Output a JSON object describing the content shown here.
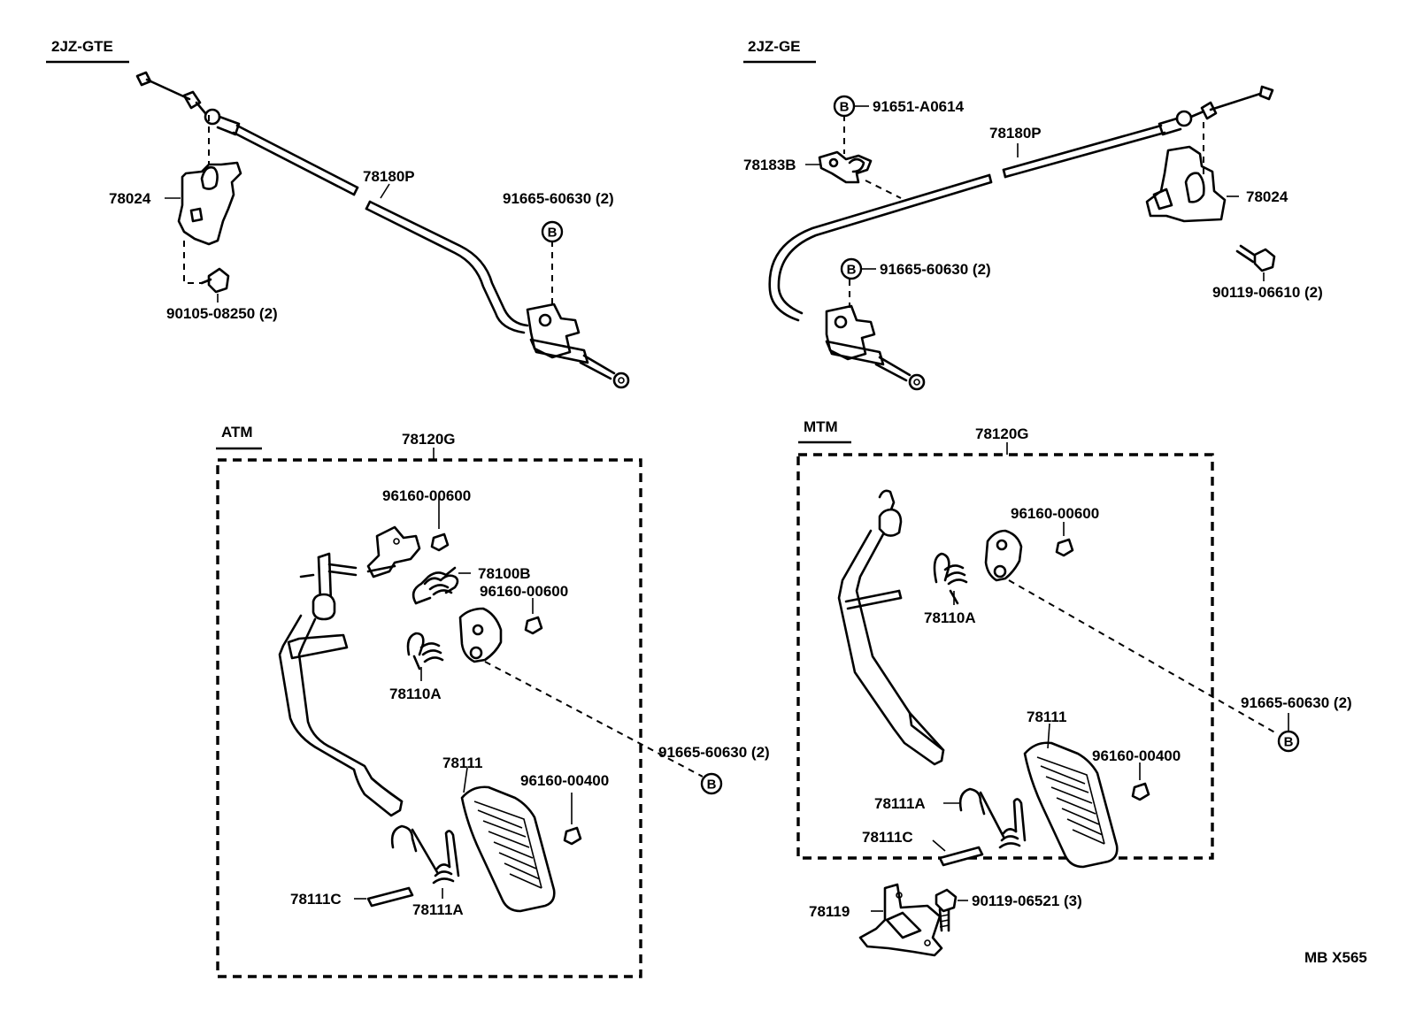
{
  "sections": {
    "top_left": "2JZ-GTE",
    "top_right": "2JZ-GE",
    "bottom_left": "ATM",
    "bottom_right": "MTM"
  },
  "labels": {
    "gte_78024": "78024",
    "gte_78180p": "78180P",
    "gte_91665": "91665-60630 (2)",
    "gte_90105": "90105-08250 (2)",
    "ge_91651": "91651-A0614",
    "ge_78180p": "78180P",
    "ge_78183b": "78183B",
    "ge_78024": "78024",
    "ge_91665": "91665-60630 (2)",
    "ge_90119": "90119-06610 (2)",
    "atm_78120g": "78120G",
    "atm_96160_a": "96160-00600",
    "atm_78100b": "78100B",
    "atm_96160_b": "96160-00600",
    "atm_78110a": "78110A",
    "atm_91665": "91665-60630 (2)",
    "atm_78111": "78111",
    "atm_96160_c": "96160-00400",
    "atm_78111c": "78111C",
    "atm_78111a": "78111A",
    "mtm_78120g": "78120G",
    "mtm_96160_a": "96160-00600",
    "mtm_78110a": "78110A",
    "mtm_91665": "91665-60630 (2)",
    "mtm_78111": "78111",
    "mtm_96160_b": "96160-00400",
    "mtm_78111a": "78111A",
    "mtm_78111c": "78111C",
    "mtm_78119": "78119",
    "mtm_90119": "90119-06521 (3)"
  },
  "marker_letter": "B",
  "footer": {
    "code": "MB X565"
  }
}
